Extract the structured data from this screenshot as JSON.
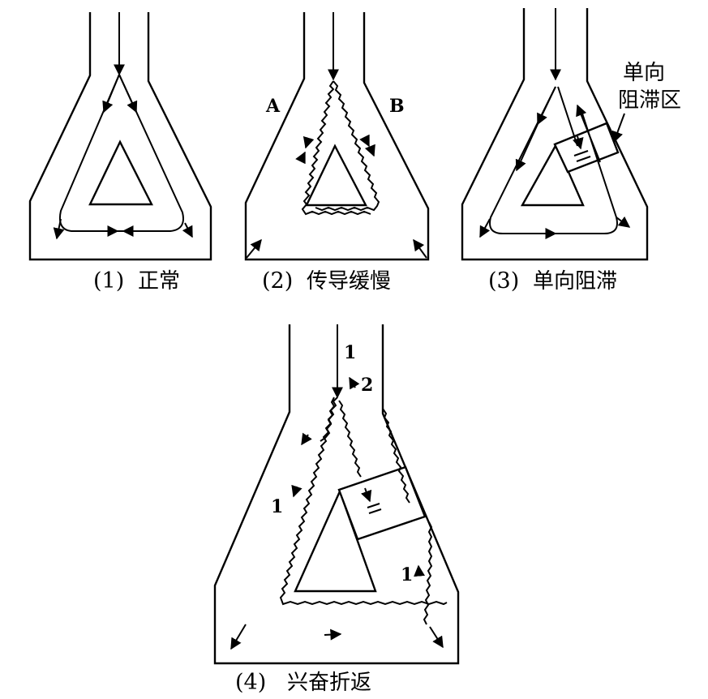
{
  "figure": {
    "panels": [
      {
        "id": 1,
        "caption_num": "(1)",
        "caption_text": "正常",
        "labels": []
      },
      {
        "id": 2,
        "caption_num": "(2)",
        "caption_text": "传导缓慢",
        "labels": [
          "A",
          "B"
        ]
      },
      {
        "id": 3,
        "caption_num": "(3)",
        "caption_text": "单向阻滞",
        "labels": [
          "单向",
          "阻滞区"
        ]
      },
      {
        "id": 4,
        "caption_num": "(4)",
        "caption_text": "兴奋折返",
        "labels": [
          "1",
          "2",
          "1",
          "1"
        ]
      }
    ],
    "colors": {
      "line": "#000000",
      "background": "#ffffff",
      "hatch": "#000000"
    }
  }
}
